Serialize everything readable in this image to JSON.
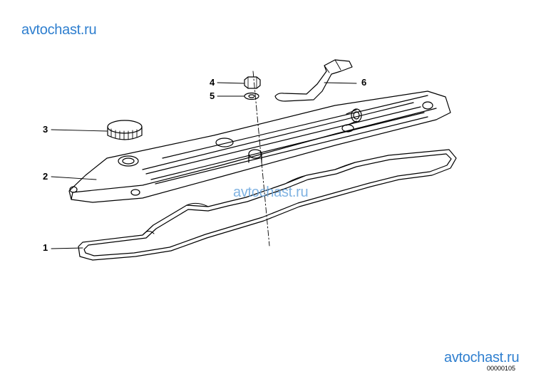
{
  "watermarks": {
    "top": "avtochast.ru",
    "middle": "avtochast.ru",
    "bottom": "avtochast.ru"
  },
  "drawing_number": "00000105",
  "parts": [
    {
      "number": "1",
      "name": "gasket"
    },
    {
      "number": "2",
      "name": "cylinder-head-cover"
    },
    {
      "number": "3",
      "name": "filler-cap"
    },
    {
      "number": "4",
      "name": "nut"
    },
    {
      "number": "5",
      "name": "washer"
    },
    {
      "number": "6",
      "name": "bracket"
    }
  ],
  "colors": {
    "watermark": "#2f7fcf",
    "line": "#000000",
    "background": "#ffffff"
  }
}
